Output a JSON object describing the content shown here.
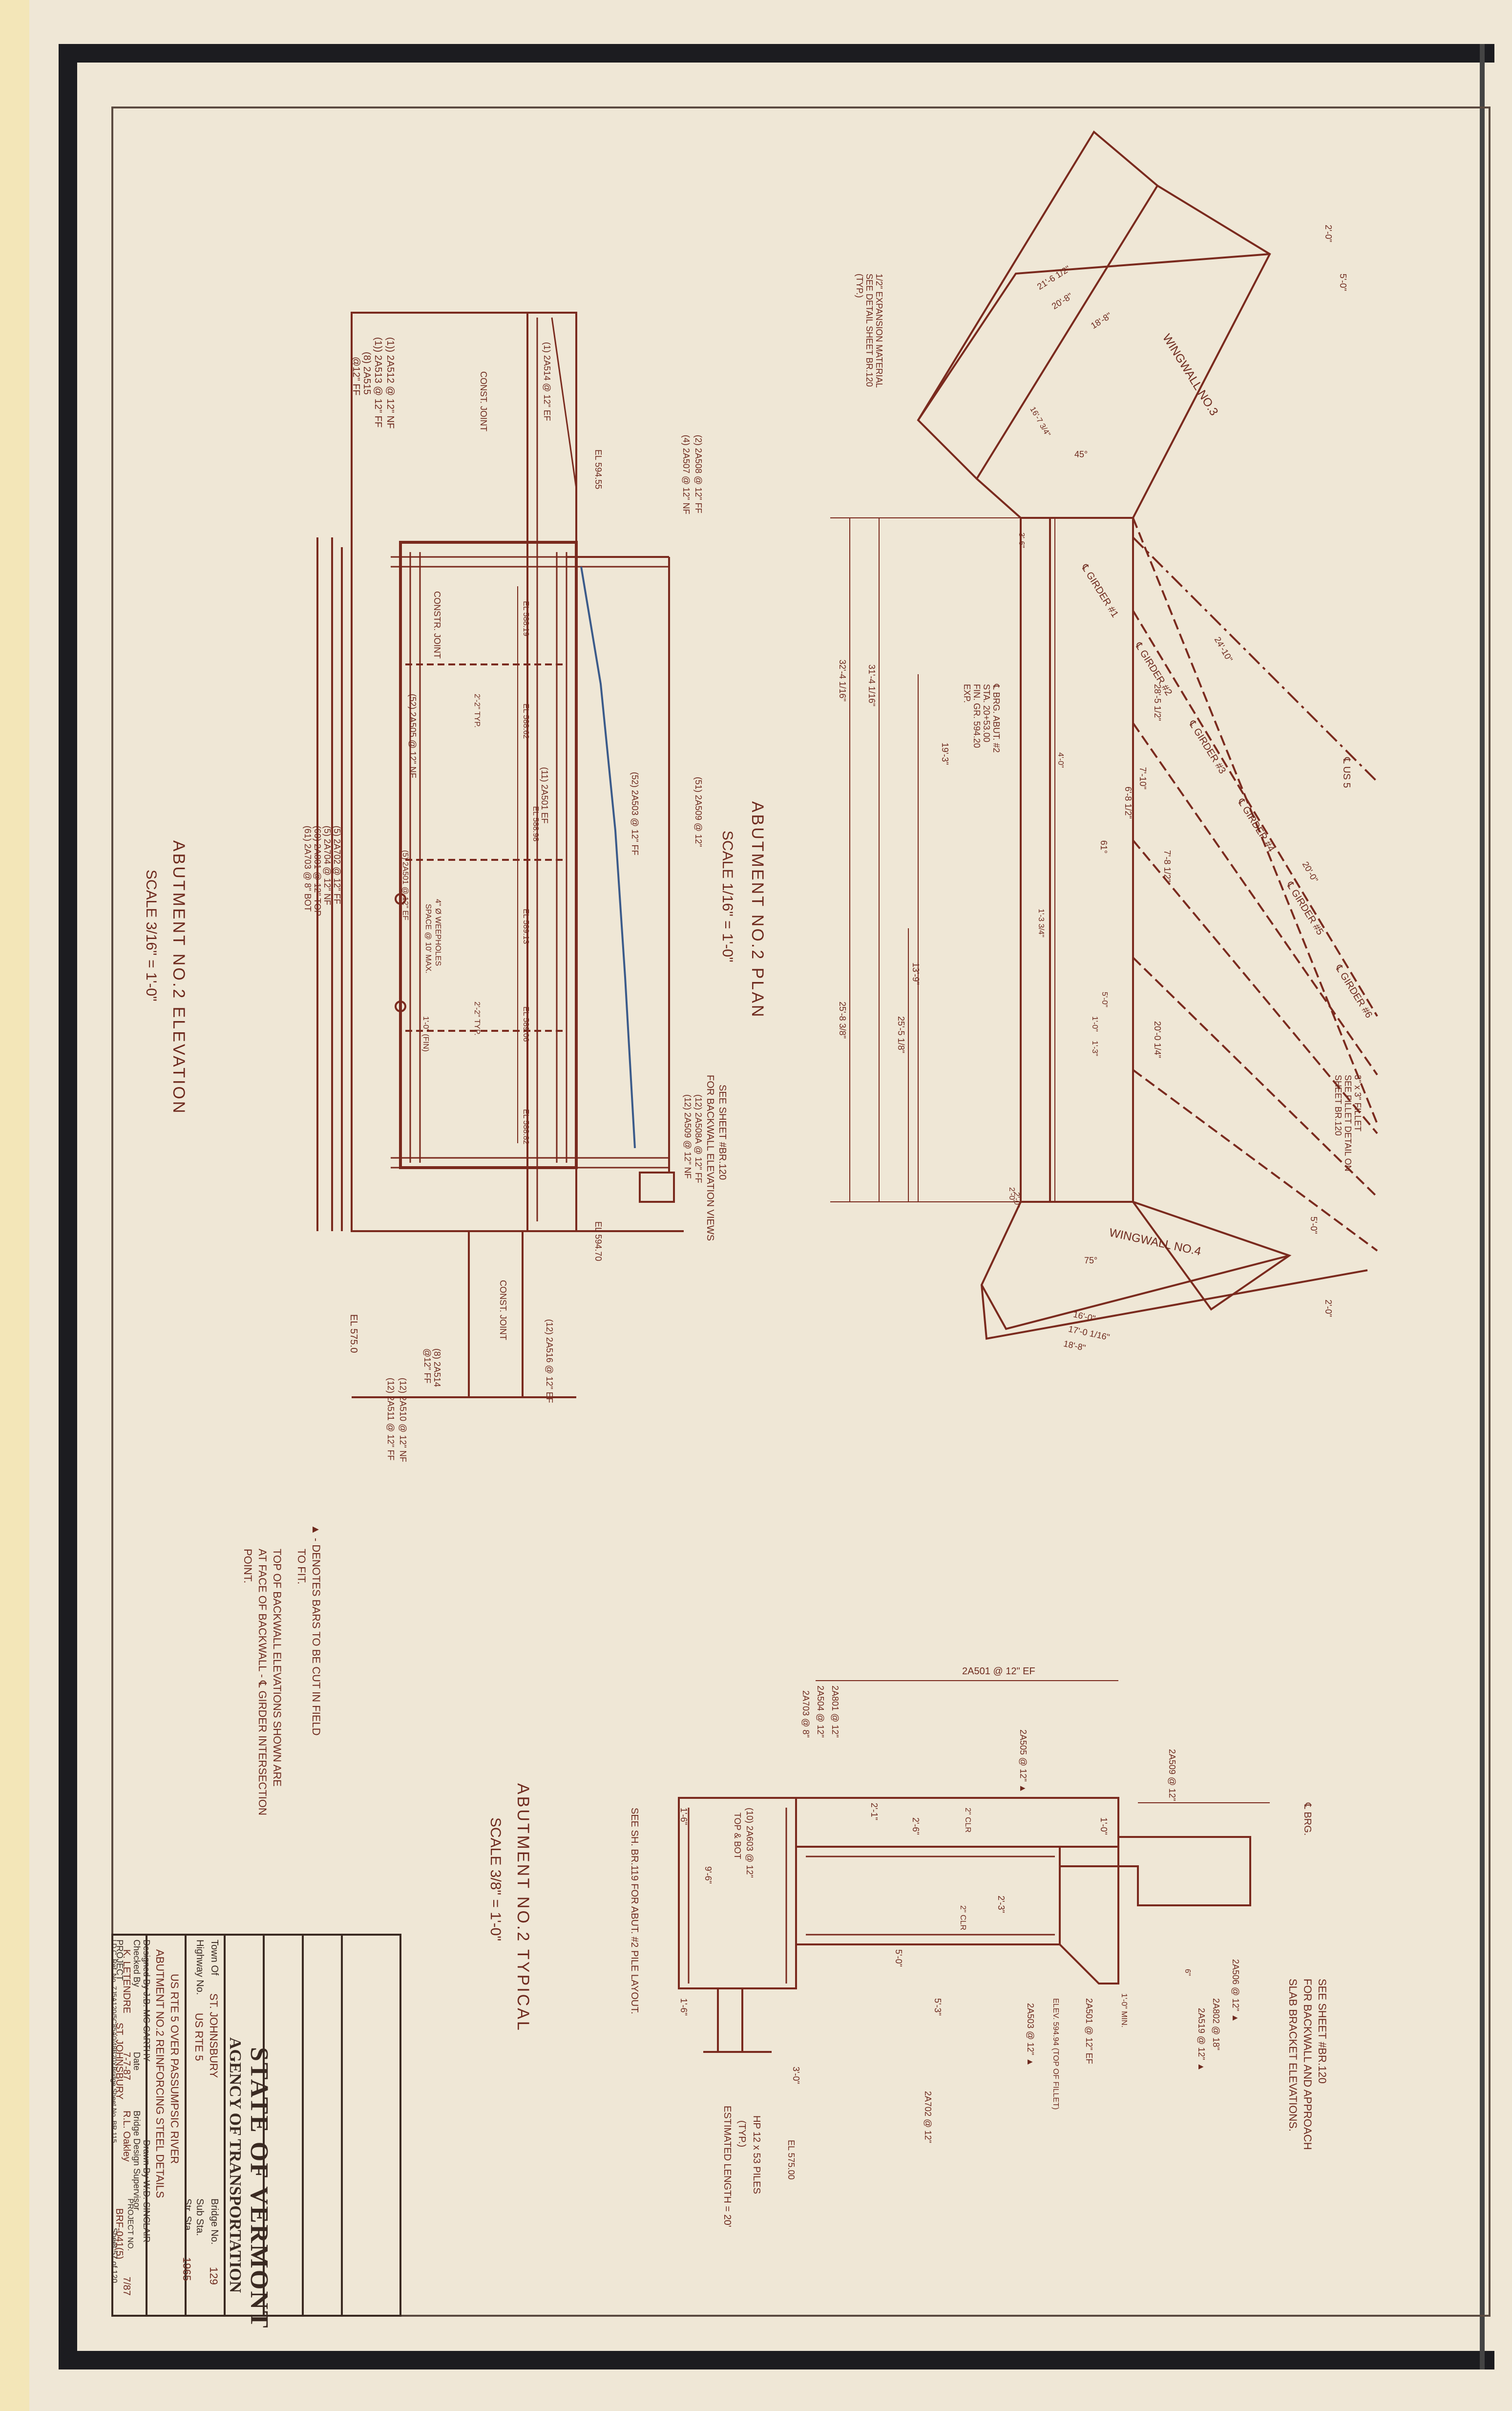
{
  "colors": {
    "paper": "#efe7d6",
    "ink_dark": "#2a2018",
    "ink_red": "#7a2a1e",
    "ink_brown": "#6a3a28",
    "steel_blue": "#3a5a8a",
    "border": "#1c1c20"
  },
  "views": {
    "elevation": {
      "title": "ABUTMENT NO.2 ELEVATION",
      "scale": "SCALE 3/16\" = 1'-0\"",
      "bars_top": [
        "(1)) 2A512 @ 12\" NF",
        "(1)) 2A513 @ 12\" FF",
        "(8) 2A515",
        "@12\" FF",
        "(1) 2A514 @ 12\" EF"
      ],
      "constr_joint_top": "CONST. JOINT",
      "constr_joint_mid": "CONSTR. JOINT",
      "constr_joint_bot": "CONST. JOINT",
      "el_top": "EL 594.55",
      "el_bottom": "EL 594.70",
      "el_footing": "EL 575.0",
      "bars_right": [
        "(2) 2A508 @ 12\" FF",
        "(4) 2A507 @ 12\" NF"
      ],
      "bars_mid": [
        "(51) 2A509 @ 12\"",
        "(52) 2A503 @ 12\" FF",
        "(11) 2A501 EF",
        "(5) 2A501 @ 12\" EF",
        "(52) 2A505 @ 12\" NF"
      ],
      "weep_note": [
        "4\" Ø WEEPHOLES",
        "SPACE @ 10' MAX."
      ],
      "typ_1": "2'-2\" TYP.",
      "typ_2": "2'-2\" TYP.",
      "fin": "1'-0\" (FIN)",
      "elevations": [
        "EL 588.19",
        "EL 588.62",
        "EL 588.98",
        "EL 589.13",
        "EL 589.06",
        "EL 588.82"
      ],
      "bars_bottom_left": [
        "(5) 2A702 @ 12\" FF",
        "(5) 2A704 @ 12\" NF",
        "(60) 2A801 @ 12\" TOP",
        "(61) 2A703 @ 8\" BOT"
      ],
      "bars_bottom": [
        "(8) 2A514",
        "@12\" FF",
        "(12) 2A510 @ 12\" NF",
        "(12) 2A511 @ 12\" FF",
        "(12) 2A516 @ 12\" EF"
      ],
      "backwall_bars": [
        "(12) 2A508A @ 12\" FF",
        "(12) 2A509 @ 12\" NF"
      ]
    },
    "plan": {
      "title": "ABUTMENT NO.2 PLAN",
      "scale": "SCALE 1/16\" = 1'-0\"",
      "expansion_note": [
        "1/2\" EXPANSION MATERIAL",
        "SEE DETAIL SHEET BR.120",
        "(TYP.)"
      ],
      "wingwall_3": "WINGWALL NO.3",
      "wingwall_4": "WINGWALL NO.4",
      "girders": [
        "℄ GIRDER #1",
        "℄ GIRDER #2",
        "℄ GIRDER #3",
        "℄ GIRDER #4",
        "℄ GIRDER #5",
        "℄ GIRDER #6"
      ],
      "us5": "℄ US 5",
      "brg_note": [
        "℄ BRG. ABUT. #2",
        "STA. 20+53.00",
        "FIN. GR. 594.20",
        "EXP."
      ],
      "dims_left": [
        "32'-4 1/16\"",
        "31'-4 1/16\"",
        "19'-3\"",
        "13'-9\"",
        "25'-5 1/8\"",
        "25'-8 3/8\""
      ],
      "dims_wing3": [
        "21'-6 1/2\"",
        "20'-8\"",
        "18'-8\"",
        "2'-0\"",
        "5'-0\"",
        "45°",
        "16'-7 3/4\""
      ],
      "dims_right": [
        "24'-10\"",
        "28'-5 1/2\"",
        "7'-10\"",
        "6'-8 1/2\"",
        "7'-8 1/2\"",
        "20'-0\"",
        "20'-0 1/4\"",
        "5'-0\"",
        "1'-0\"",
        "1'-3\""
      ],
      "dims_wing4": [
        "16'-0\"",
        "17'-0 1/16\"",
        "18'-8\"",
        "5'-0\"",
        "2'-0\"",
        "75°",
        "2'-0\""
      ],
      "fillet_note": [
        "3\" x 3\" FILLET",
        "SEE FILLET DETAIL ON",
        "SHEET BR.120"
      ],
      "backwall_note": [
        "SEE SHEET #BR.120",
        "FOR BACKWALL ELEVATION VIEWS"
      ],
      "angle": "61°",
      "dim_small": [
        "3'-6\"",
        "2'-0\"",
        "4'-0\"",
        "1'-3 3/4\""
      ]
    },
    "notes": {
      "line1": "▲ - DENOTES BARS TO BE CUT IN FIELD",
      "line2": "TO FIT.",
      "line3": "TOP OF BACKWALL ELEVATIONS SHOWN ARE",
      "line4": "AT FACE OF BACKWALL - ℄ GIRDER INTERSECTION",
      "line5": "POINT."
    },
    "typical": {
      "title": "ABUTMENT NO.2 TYPICAL",
      "scale": "SCALE 3/8\" = 1'-0\"",
      "pile_note": "SEE SH. BR.119 FOR ABUT. #2 PILE LAYOUT.",
      "pile": [
        "HP 12 x 53 PILES",
        "(TYP.)",
        "ESTIMATED LENGTH = 20'"
      ],
      "bars": [
        "2A501 @ 12\" EF",
        "2A801 @ 12\"",
        "2A504 @ 12\"",
        "2A703 @ 8\"",
        "2A505 @ 12\" ▲",
        "2A509 @ 12\"",
        "(10) 2A603 @ 12\"",
        "TOP & BOT",
        "2A503 @ 12\" ▲",
        "2A702 @ 12\"",
        "2A501 @ 12\" EF",
        "2A506 @ 12\" ▲",
        "2A802 @ 18\"",
        "2A519 @ 12\" ▲"
      ],
      "dims": [
        "1'-6\"",
        "9'-6\"",
        "1'-6\"",
        "3'-0\"",
        "5'-0\"",
        "5'-3\"",
        "2'-1\"",
        "2'-6\"",
        "2\" CLR",
        "2\" CLR",
        "2'-3\"",
        "1'-0\"",
        "1'-0\" MIN.",
        "6\""
      ],
      "elev": [
        "ELEV. 594.94 (TOP OF FILLET)",
        "EL 575.00"
      ],
      "brg": "℄ BRG.",
      "approach_note": [
        "SEE SHEET #BR.120",
        "FOR BACKWALL AND APPROACH",
        "SLAB BRACKET ELEVATIONS."
      ]
    }
  },
  "title_block": {
    "state": "STATE OF VERMONT",
    "agency": "AGENCY OF TRANSPORTATION",
    "town_label": "Town Of",
    "town": "ST. JOHNSBURY",
    "bridge_no_label": "Bridge No.",
    "bridge_no": "129",
    "highway_label": "Highway No.",
    "highway": "US RTE 5",
    "sub_sta": "Sub Sta.",
    "str_sta": "Str. Sta.",
    "year": "1965",
    "route_desc": "US RTE 5 OVER PASSUMPSIC RIVER",
    "sheet_desc": "ABUTMENT NO.2 REINFORCING STEEL DETAILS",
    "designed_by": "Designed By J.B. MC CARTHY",
    "drawn_by": "Drawn By W.D. SINCLAIR",
    "checked_by": "Checked By",
    "checker": "K. LETENDRE",
    "date_label": "Date",
    "date": "7-7-87",
    "supervisor_label": "Bridge Design Supervisor",
    "supervisor": "R.L. Oakley",
    "sup_date": "7/87",
    "project_label": "PROJECT",
    "project": "ST. JOHNSBURY",
    "project_no_label": "PROJECT NO.",
    "project_no": "BRF-041(5)",
    "ref": "I.D.C. Ref. No. ZJ5A120/5C85A0/48B20Y",
    "bridge_sheet": "Bridge Sheet No. BR.115",
    "sheet_no": "Sheet 57 of 120"
  }
}
